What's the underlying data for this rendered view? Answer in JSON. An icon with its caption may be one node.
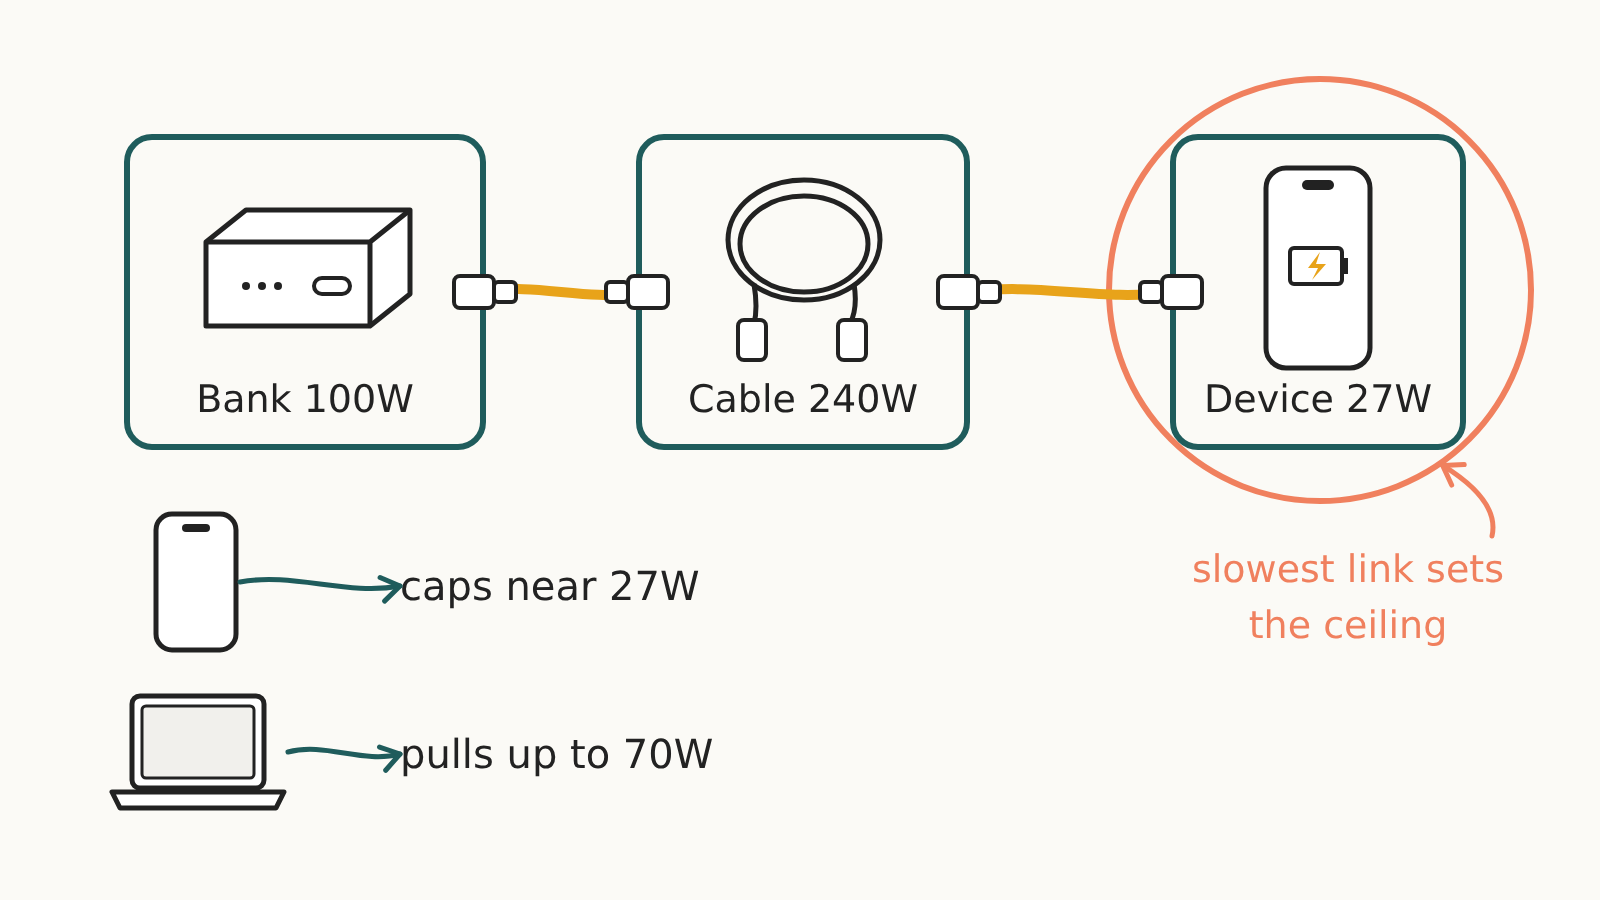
{
  "diagram": {
    "nodes": [
      {
        "text": [
          "Bank 100W"
        ]
      },
      {
        "text": [
          "Cable 240W"
        ]
      },
      {
        "text": [
          "Device 27W"
        ],
        "in": 3
      },
      {
        "text": [],
        "shape": "circle"
      },
      {
        "text": [
          "slowest link sets the ceiling"
        ]
      },
      {
        "text": [],
        "shape": "phone"
      },
      {
        "text": [
          "caps near 27W"
        ]
      },
      {
        "text": [],
        "shape": "laptop"
      },
      {
        "text": [
          "pulls up to 70W"
        ]
      }
    ],
    "edges": [
      {
        "from": 0,
        "to": 1,
        "arrow": "none",
        "style": "thick",
        "color": "#e8a31a"
      },
      {
        "from": 1,
        "to": 2,
        "arrow": "none",
        "style": "thick",
        "color": "#e8a31a"
      },
      {
        "from": 4,
        "to": 3,
        "arrow": "to",
        "color": "#f0805e"
      },
      {
        "from": 5,
        "to": 6,
        "arrow": "to",
        "color": "#1f5c5c"
      },
      {
        "from": 7,
        "to": 8,
        "arrow": "to",
        "color": "#1f5c5c"
      }
    ]
  }
}
